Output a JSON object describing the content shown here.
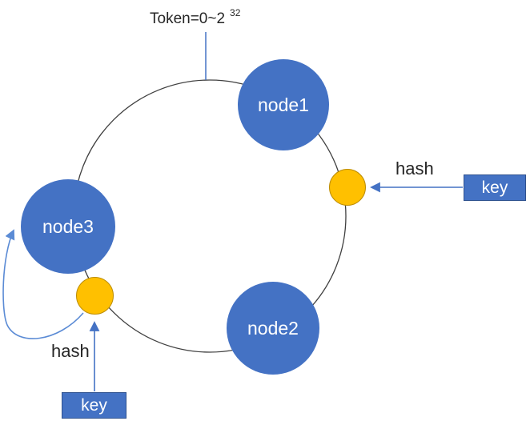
{
  "title": {
    "text": "Token=0~2",
    "superscript": "32"
  },
  "nodes": {
    "node1": {
      "label": "node1"
    },
    "node2": {
      "label": "node2"
    },
    "node3": {
      "label": "node3"
    }
  },
  "tokens": {
    "right": {
      "name": "token-dot-right"
    },
    "left": {
      "name": "token-dot-left"
    }
  },
  "labels": {
    "hash_right": "hash",
    "hash_left": "hash"
  },
  "keys": {
    "right": "key",
    "left": "key"
  },
  "colors": {
    "node_fill": "#4472c4",
    "node_text": "#ffffff",
    "token_fill": "#ffc000",
    "token_border": "#bc8c00",
    "ring_stroke": "#404040",
    "arrow_blue": "#4472c4",
    "arrow_light_blue": "#5b8bd5",
    "key_fill": "#4472c4",
    "key_border": "#2f528f",
    "text": "#262626"
  }
}
